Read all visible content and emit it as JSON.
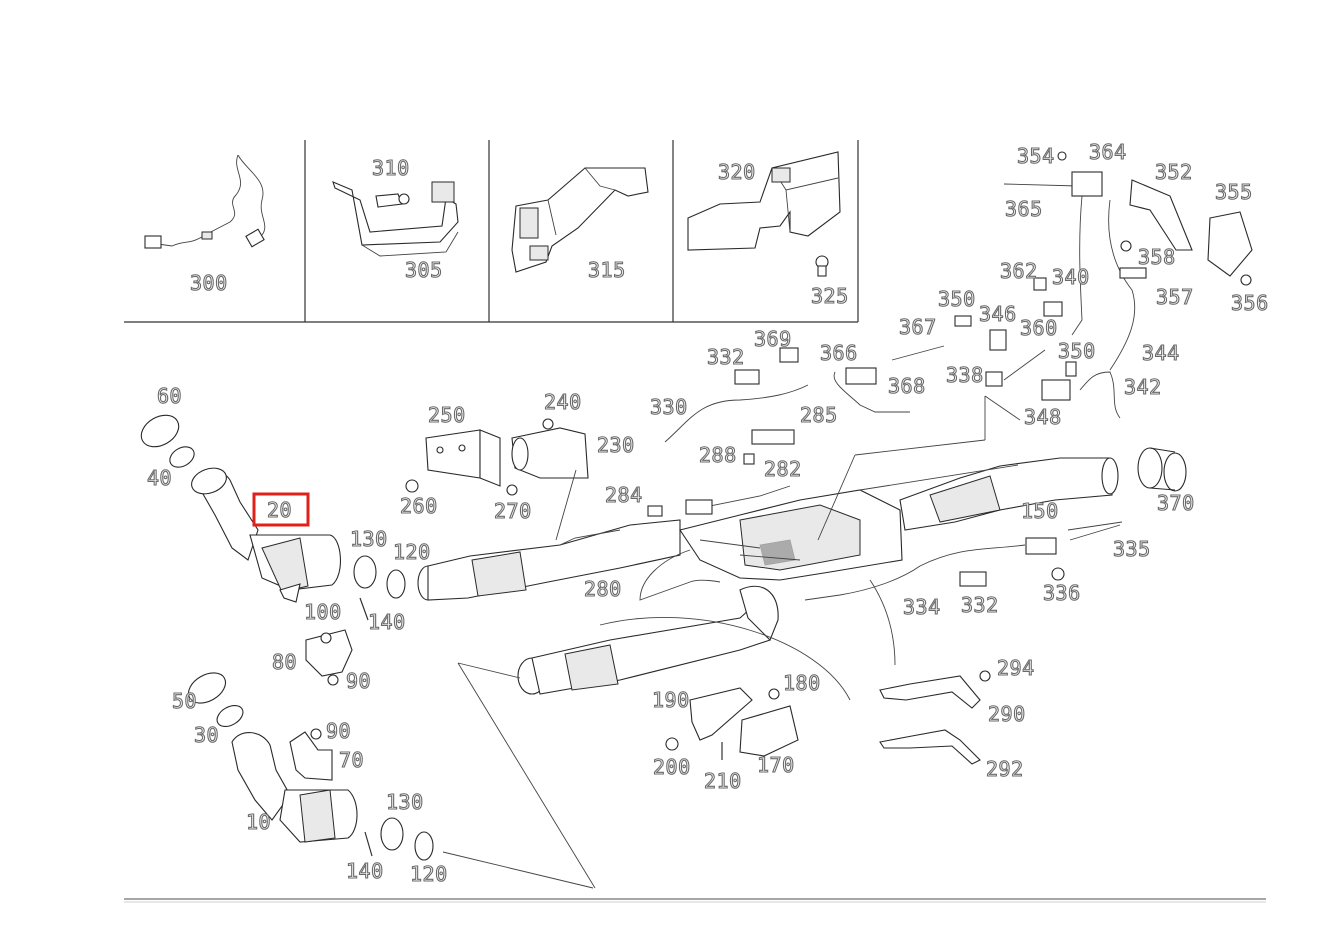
{
  "diagram": {
    "highlight_color": "#e0201b",
    "highlighted_part": "20",
    "parts": {
      "p10": "10",
      "p20": "20",
      "p30": "30",
      "p40": "40",
      "p50": "50",
      "p60": "60",
      "p70": "70",
      "p80": "80",
      "p90a": "90",
      "p90b": "90",
      "p100": "100",
      "p120a": "120",
      "p120b": "120",
      "p130a": "130",
      "p130b": "130",
      "p140a": "140",
      "p140b": "140",
      "p150": "150",
      "p170": "170",
      "p180": "180",
      "p190": "190",
      "p200": "200",
      "p210": "210",
      "p230": "230",
      "p240": "240",
      "p250": "250",
      "p260": "260",
      "p270": "270",
      "p280": "280",
      "p282": "282",
      "p284": "284",
      "p285": "285",
      "p288": "288",
      "p290": "290",
      "p292": "292",
      "p294": "294",
      "p300": "300",
      "p305": "305",
      "p310": "310",
      "p315": "315",
      "p320": "320",
      "p325": "325",
      "p330": "330",
      "p332a": "332",
      "p332b": "332",
      "p334": "334",
      "p335": "335",
      "p336": "336",
      "p338": "338",
      "p340": "340",
      "p342": "342",
      "p344": "344",
      "p346": "346",
      "p348": "348",
      "p350a": "350",
      "p350b": "350",
      "p352": "352",
      "p354": "354",
      "p355": "355",
      "p356": "356",
      "p357": "357",
      "p358": "358",
      "p360": "360",
      "p362": "362",
      "p364": "364",
      "p365": "365",
      "p366": "366",
      "p367": "367",
      "p368": "368",
      "p369": "369",
      "p370": "370"
    }
  }
}
